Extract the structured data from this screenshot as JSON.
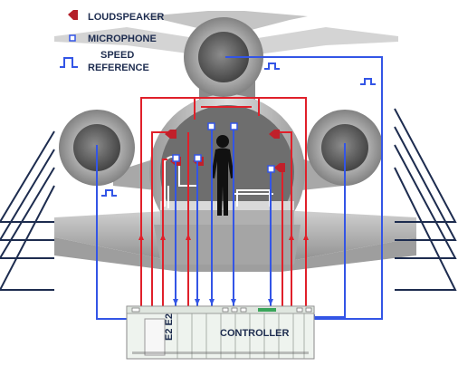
{
  "legend": {
    "loudspeaker_label": "LOUDSPEAKER",
    "microphone_label": "MICROPHONE",
    "speed_reference_line1": "SPEED",
    "speed_reference_line2": "REFERENCE"
  },
  "controller": {
    "label": "CONTROLLER",
    "module_label": "E2 E2"
  },
  "icons": {
    "loudspeaker": "loudspeaker-icon",
    "microphone": "microphone-icon",
    "speed_reference": "square-pulse-icon",
    "passenger": "person-silhouette-icon",
    "seat": "seat-icon"
  },
  "colors": {
    "speaker_wire": "#e0202a",
    "mic_wire": "#3355e6",
    "navy": "#1d2c4f",
    "aircraft_grey": "#b7b7b7",
    "cabin_fill": "#6e6e6e",
    "controller_fill": "#eef3ee",
    "controller_led": "#3aa55a"
  }
}
